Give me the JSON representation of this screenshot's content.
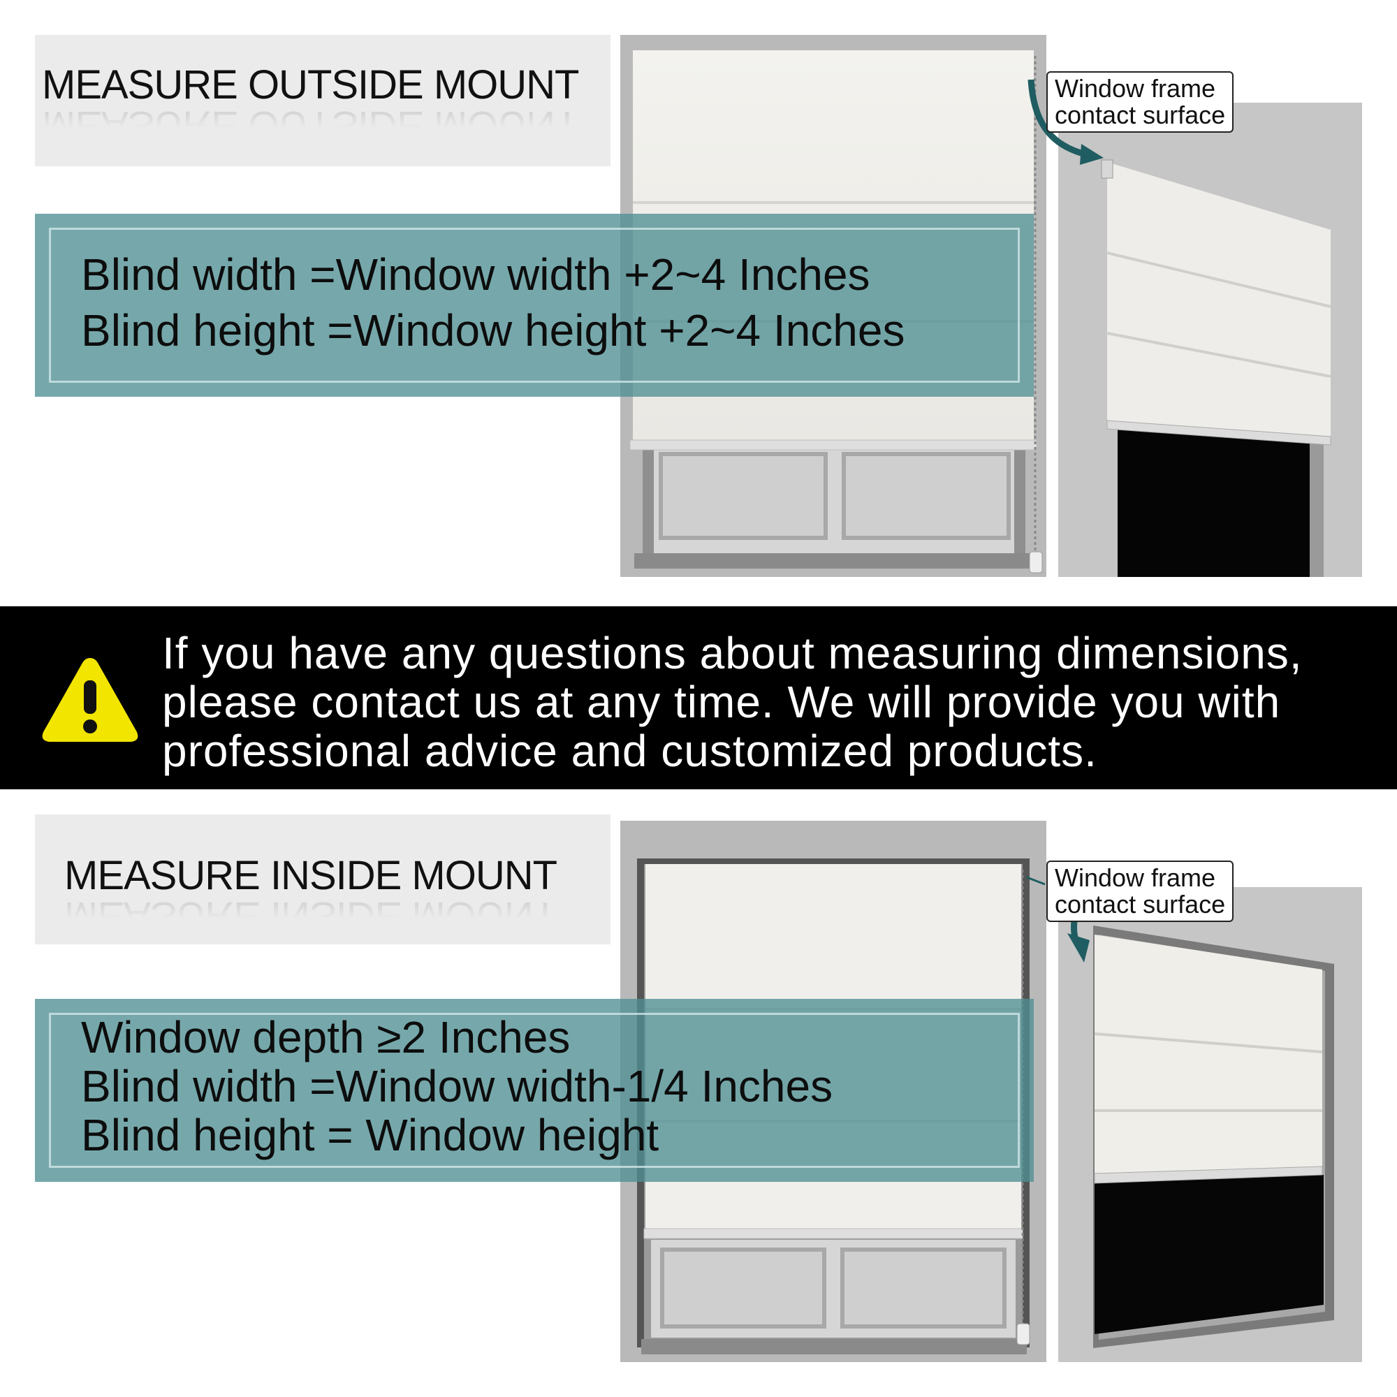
{
  "outside": {
    "title": "MEASURE OUTSIDE MOUNT",
    "lines": [
      "Blind width =Window width +2~4 Inches",
      "Blind height =Window height +2~4 Inches"
    ],
    "callout": [
      "Window frame",
      "contact surface"
    ]
  },
  "notice": {
    "icon": "warning-icon",
    "lines": [
      "If you have any questions about measuring dimensions,",
      "please contact us at any time. We will provide you with",
      "professional advice and customized products."
    ]
  },
  "inside": {
    "title": "MEASURE INSIDE MOUNT",
    "lines": [
      "Window depth ≥2 Inches",
      "Blind width =Window width-1/4 Inches",
      "Blind height = Window height"
    ],
    "callout": [
      "Window frame",
      "contact surface"
    ]
  },
  "colors": {
    "teal_overlay": "#4f9094",
    "arrow": "#1f5d62",
    "warning_yellow": "#f2e500"
  }
}
